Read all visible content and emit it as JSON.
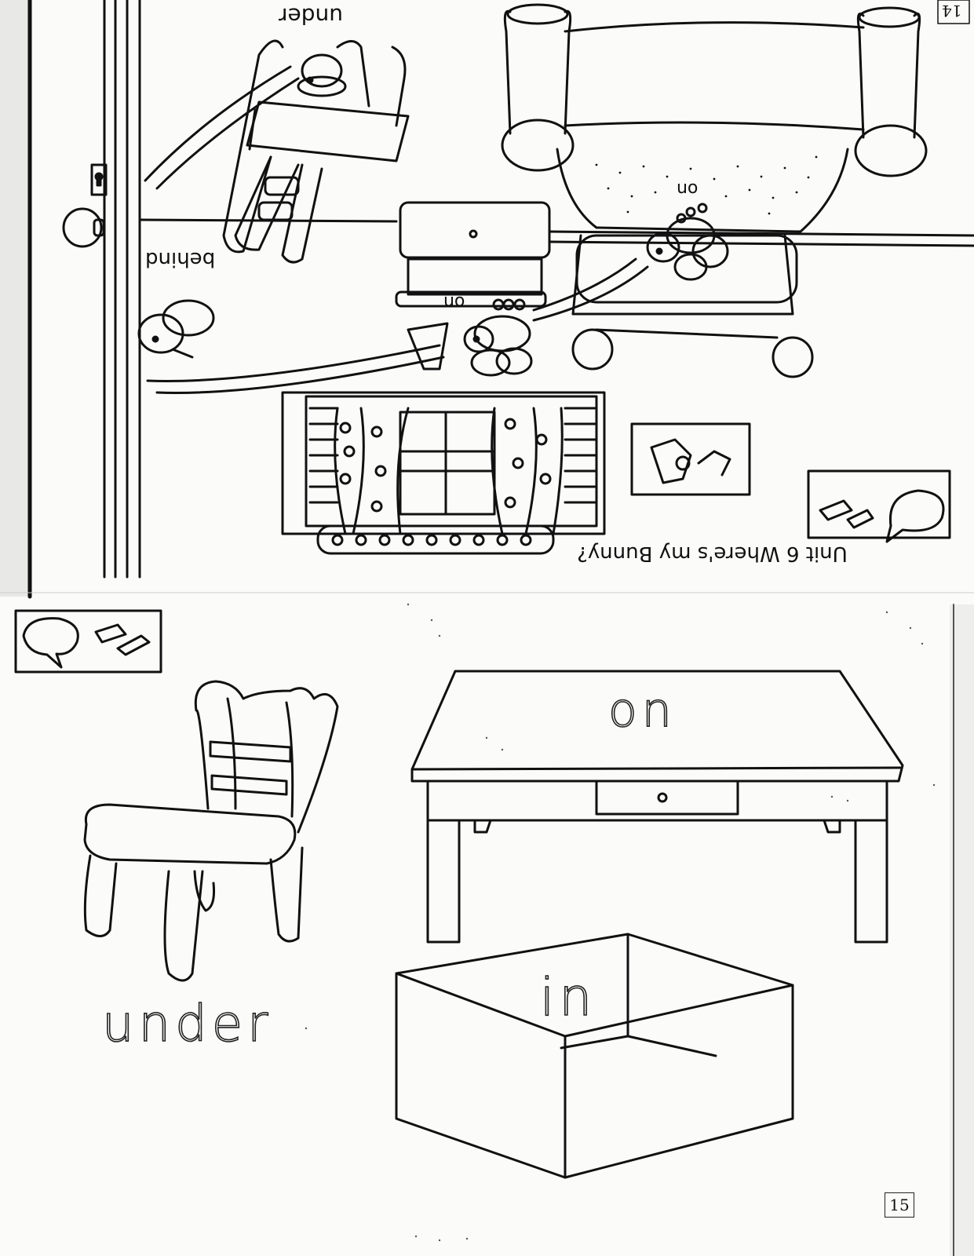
{
  "top_page": {
    "unit_title": "Unit  6  Where's my Bunny?",
    "page_number": "14",
    "labels": {
      "under": "under",
      "behind": "behind",
      "on_bed": "on",
      "on_desk": "on"
    }
  },
  "bottom_page": {
    "page_number": "15",
    "words": {
      "on": "on",
      "under": "under",
      "in": "in"
    }
  },
  "icons": [
    "speech-bubble-icon",
    "crayon-icon",
    "pencil-icon"
  ]
}
